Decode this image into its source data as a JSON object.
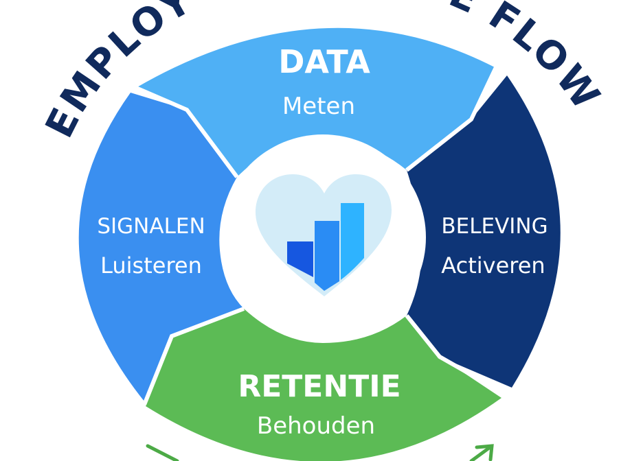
{
  "header": {
    "left_text": "EMPLOYE",
    "right_text": "E FLOW"
  },
  "segments": {
    "data": {
      "title": "DATA",
      "subtitle": "Meten"
    },
    "beleving": {
      "title": "BELEVING",
      "subtitle": "Activeren"
    },
    "retentie": {
      "title": "RETENTIE",
      "subtitle": "Behouden"
    },
    "signalen": {
      "title": "SIGNALEN",
      "subtitle": "Luisteren"
    }
  },
  "center": {
    "icon": "heart-bar-chart-icon"
  },
  "colors": {
    "data": "#4fb0f5",
    "beleving": "#0e3577",
    "retentie": "#5cbb55",
    "signalen": "#3a8ff0",
    "title_text": "#102a5c",
    "heart": "#d3ecf8",
    "bar_dark": "#1657e0",
    "bar_mid": "#2a8cf4",
    "bar_light": "#2eb3ff",
    "arrow": "#4caa46"
  }
}
